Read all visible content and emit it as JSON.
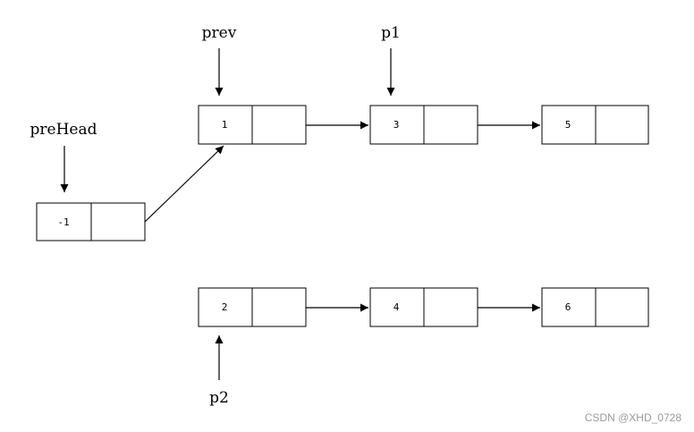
{
  "pointers": {
    "prev": "prev",
    "p1": "p1",
    "preHead": "preHead",
    "p2": "p2"
  },
  "nodes": {
    "n_minus1": "-1",
    "n1": "1",
    "n3": "3",
    "n5": "5",
    "n2": "2",
    "n4": "4",
    "n6": "6"
  },
  "watermark": "CSDN @XHD_0728"
}
